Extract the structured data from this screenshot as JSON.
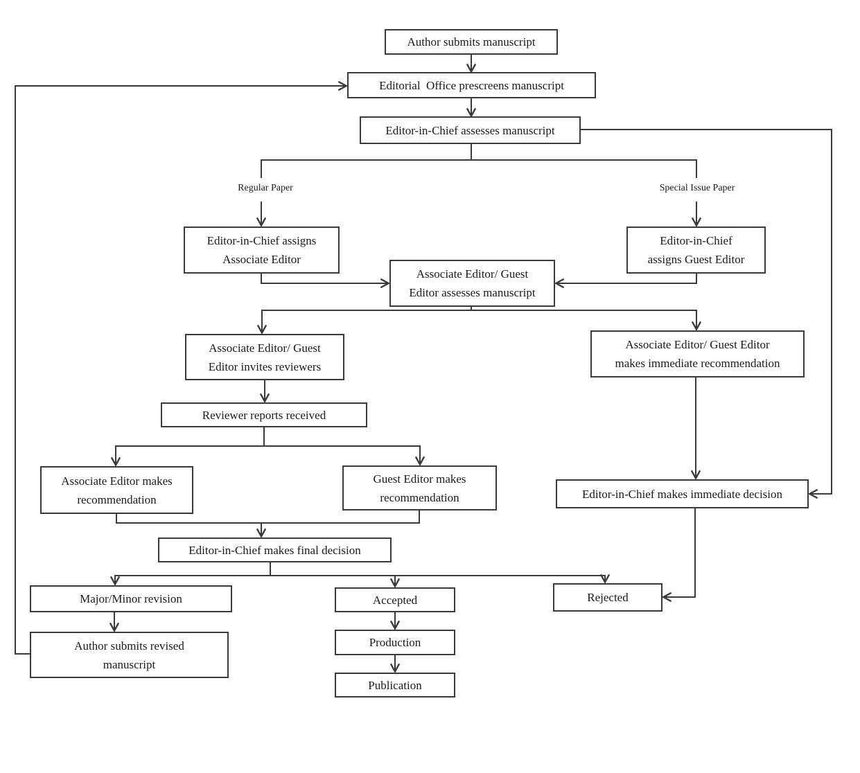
{
  "title": "Manuscript editorial workflow flowchart",
  "colors": {
    "background": "#ffffff",
    "box_border": "#3a3a3a",
    "connector": "#3a3a3a",
    "text": "#1a1a1a"
  },
  "nodes": {
    "author_submits": {
      "lines": [
        "Author submits manuscript"
      ]
    },
    "prescreen": {
      "lines": [
        "Editorial  Office prescreens manuscript"
      ]
    },
    "eic_assess": {
      "lines": [
        "Editor-in-Chief assesses manuscript"
      ]
    },
    "assign_ae": {
      "lines": [
        "Editor-in-Chief assigns",
        "Associate Editor"
      ]
    },
    "assign_ge": {
      "lines": [
        "Editor-in-Chief",
        "assigns Guest Editor"
      ]
    },
    "ae_ge_assess": {
      "lines": [
        "Associate Editor/ Guest",
        "Editor assesses manuscript"
      ]
    },
    "invite_reviewers": {
      "lines": [
        "Associate Editor/ Guest",
        "Editor invites reviewers"
      ]
    },
    "immediate_rec": {
      "lines": [
        "Associate Editor/ Guest Editor",
        "makes immediate recommendation"
      ]
    },
    "reports_received": {
      "lines": [
        "Reviewer reports received"
      ]
    },
    "ae_rec": {
      "lines": [
        "Associate Editor makes",
        "recommendation"
      ]
    },
    "ge_rec": {
      "lines": [
        "Guest Editor makes",
        "recommendation"
      ]
    },
    "final_decision": {
      "lines": [
        "Editor-in-Chief makes final decision"
      ]
    },
    "immediate_decision": {
      "lines": [
        "Editor-in-Chief makes immediate decision"
      ]
    },
    "revision": {
      "lines": [
        "Major/Minor revision"
      ]
    },
    "accepted": {
      "lines": [
        "Accepted"
      ]
    },
    "rejected": {
      "lines": [
        "Rejected"
      ]
    },
    "revised_manuscript": {
      "lines": [
        "Author submits revised",
        "manuscript"
      ]
    },
    "production": {
      "lines": [
        "Production"
      ]
    },
    "publication": {
      "lines": [
        "Publication"
      ]
    }
  },
  "edge_labels": {
    "regular": "Regular Paper",
    "special": "Special Issue Paper"
  },
  "edges": [
    {
      "from": "author_submits",
      "to": "prescreen"
    },
    {
      "from": "prescreen",
      "to": "eic_assess"
    },
    {
      "from": "eic_assess",
      "to": "assign_ae",
      "label": "Regular Paper"
    },
    {
      "from": "eic_assess",
      "to": "assign_ge",
      "label": "Special Issue Paper"
    },
    {
      "from": "assign_ae",
      "to": "ae_ge_assess"
    },
    {
      "from": "assign_ge",
      "to": "ae_ge_assess"
    },
    {
      "from": "ae_ge_assess",
      "to": "invite_reviewers"
    },
    {
      "from": "ae_ge_assess",
      "to": "immediate_rec"
    },
    {
      "from": "invite_reviewers",
      "to": "reports_received"
    },
    {
      "from": "reports_received",
      "to": "ae_rec"
    },
    {
      "from": "reports_received",
      "to": "ge_rec"
    },
    {
      "from": "ae_rec",
      "to": "final_decision"
    },
    {
      "from": "ge_rec",
      "to": "final_decision"
    },
    {
      "from": "final_decision",
      "to": "revision"
    },
    {
      "from": "final_decision",
      "to": "accepted"
    },
    {
      "from": "final_decision",
      "to": "rejected"
    },
    {
      "from": "immediate_rec",
      "to": "immediate_decision"
    },
    {
      "from": "eic_assess",
      "to": "immediate_decision"
    },
    {
      "from": "immediate_decision",
      "to": "rejected"
    },
    {
      "from": "revision",
      "to": "revised_manuscript"
    },
    {
      "from": "revised_manuscript",
      "to": "prescreen"
    },
    {
      "from": "accepted",
      "to": "production"
    },
    {
      "from": "production",
      "to": "publication"
    }
  ]
}
